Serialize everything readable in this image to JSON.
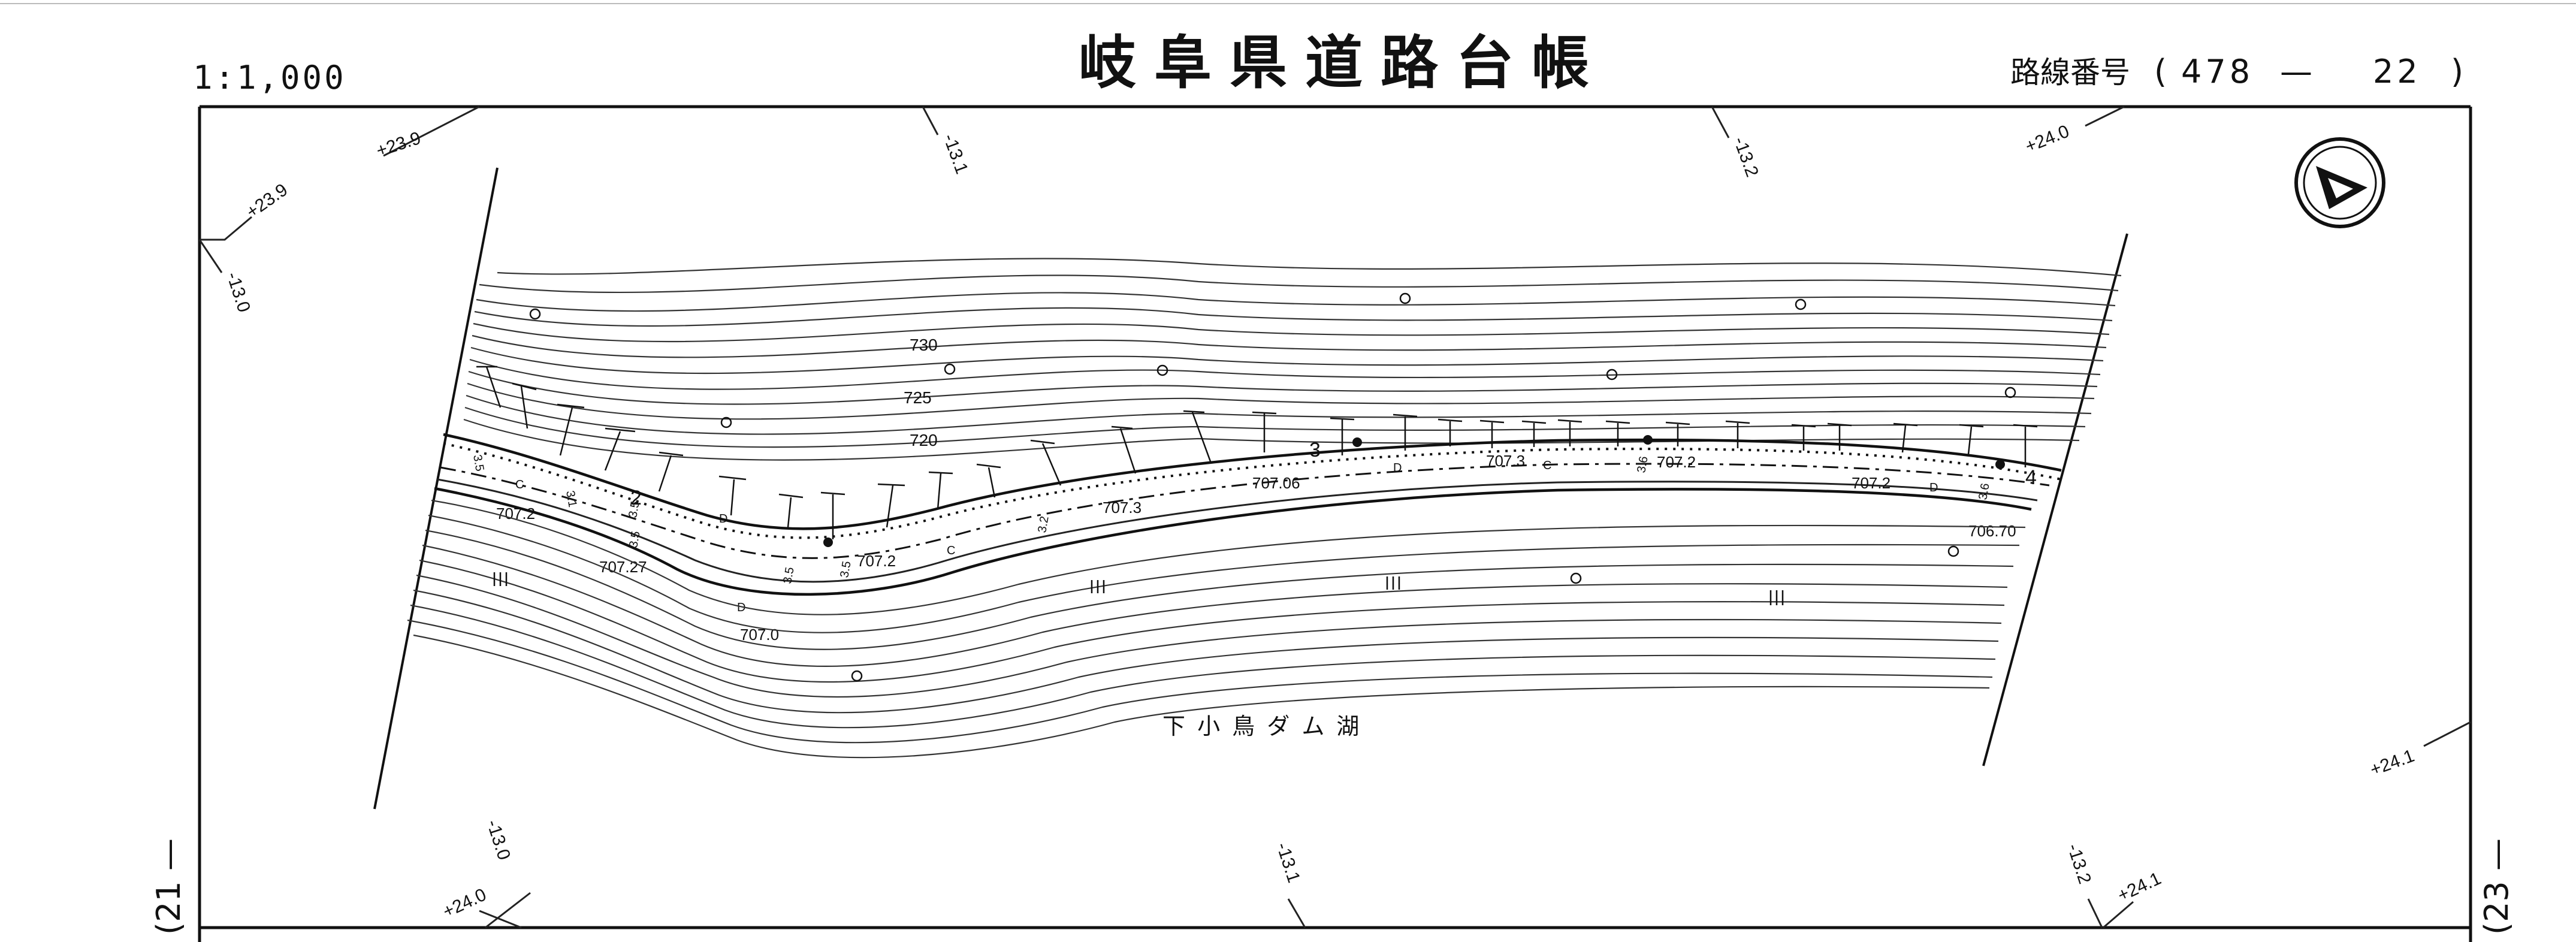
{
  "header": {
    "scale": "1:1,000",
    "title": "岐阜県道路台帳",
    "route_label": "路線番号",
    "route_open": "(",
    "route_number": "478",
    "route_dash": "—",
    "sheet_number": "22",
    "route_close": ")"
  },
  "adjacent": {
    "left": "(21 —",
    "right": "(23 —"
  },
  "coords": {
    "top": [
      "+23.9",
      "-13.1",
      "-13.2",
      "+24.0"
    ],
    "left": [
      "+23.9",
      "-13.0"
    ],
    "bottom": [
      "-13.0",
      "+24.0",
      "-13.1",
      "-13.2",
      "+24.1"
    ],
    "right": [
      "+24.1"
    ]
  },
  "contours": [
    "730",
    "725",
    "720"
  ],
  "road": {
    "stations": [
      "2",
      "3",
      "4"
    ],
    "elevations": [
      "707.2",
      "707.27",
      "707.2",
      "707.3",
      "707.06",
      "707.3",
      "707.2",
      "707.2",
      "706.70",
      "707.0"
    ],
    "widths": [
      "3.5",
      "3.1",
      "3.5",
      "3.5",
      "3.5",
      "3.5",
      "3.2",
      "3.6",
      "3.6"
    ],
    "symbols": [
      "C",
      "C",
      "C",
      "D",
      "D",
      "D",
      "D"
    ]
  },
  "lake_label": "下 小 鳥 ダ ム 湖",
  "icons": [
    "north-arrow-icon"
  ]
}
